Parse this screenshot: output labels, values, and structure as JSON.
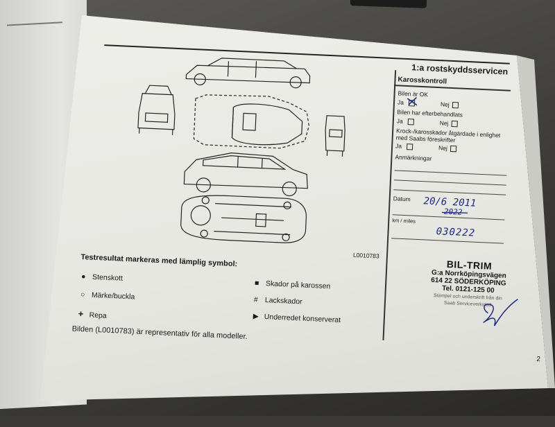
{
  "header": {
    "title": "1:a rostskyddsservicen"
  },
  "form": {
    "section_title": "Karosskontroll",
    "q1": {
      "label": "Bilen är OK",
      "yes": "Ja",
      "no": "Nej"
    },
    "q2": {
      "label": "Bilen har efterbehandlats",
      "yes": "Ja",
      "no": "Nej"
    },
    "q3": {
      "label_line1": "Krock-/karosskador åtgärdade i enlighet",
      "label_line2": "med Saabs föreskrifter",
      "yes": "Ja",
      "no": "Nej"
    },
    "remarks_label": "Anmärkningar",
    "date_label": "Datum",
    "date_value": "20/6 2011",
    "date_struck": "2022",
    "mileage_label": "km / miles",
    "mileage_value": "030222"
  },
  "stamp": {
    "name": "BIL-TRIM",
    "street": "G:a Norrköpingsvägen",
    "city": "614 22  SÖDERKÖPING",
    "phone": "Tel. 0121-125 00",
    "caption_line1": "Stämpel och underskrift från din",
    "caption_line2": "Saab Serviceverkstad"
  },
  "diagram": {
    "reference": "L0010783"
  },
  "legend": {
    "title": "Testresultat markeras med lämplig symbol:",
    "items": [
      {
        "symbol": "●",
        "label": "Stenskott"
      },
      {
        "symbol": "○",
        "label": "Märke/buckla"
      },
      {
        "symbol": "+",
        "label": "Repa"
      },
      {
        "symbol": "■",
        "label": "Skador på karossen"
      },
      {
        "symbol": "#",
        "label": "Lackskador"
      },
      {
        "symbol": "▶",
        "label": "Underredet konserverat"
      }
    ]
  },
  "footnote": "Bilden (L0010783) är representativ för alla modeller.",
  "page_number": "2"
}
